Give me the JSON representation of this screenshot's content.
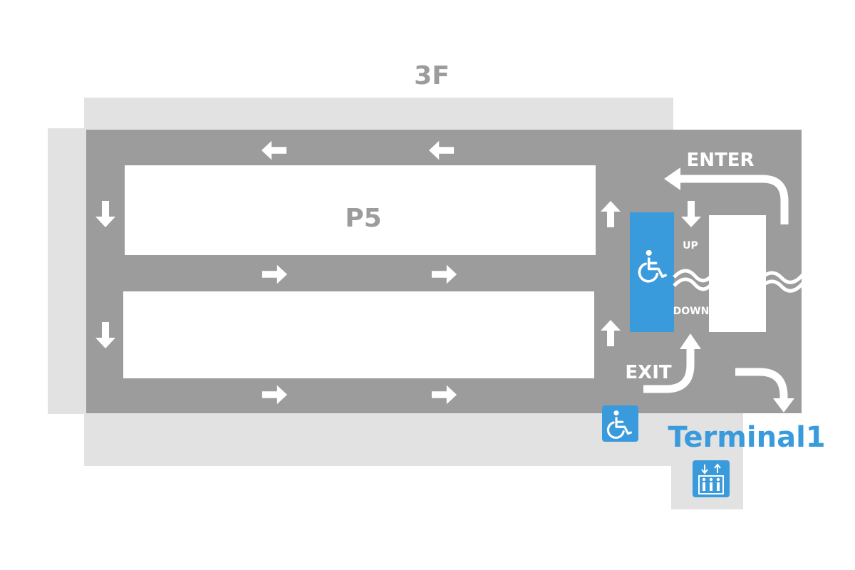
{
  "floor_label": "3F",
  "zone_label": "P5",
  "labels": {
    "enter": "ENTER",
    "exit": "EXIT",
    "up": "UP",
    "down": "DOWN",
    "terminal": "Terminal1"
  },
  "colors": {
    "road": "#9c9c9c",
    "outer_area": "#e2e2e2",
    "parking": "#ffffff",
    "accent": "#3a9bdc",
    "arrow": "#ffffff"
  },
  "icons": [
    "arrow-icon",
    "wheelchair-icon",
    "elevator-icon",
    "curved-arrow-icon",
    "break-line-icon"
  ]
}
